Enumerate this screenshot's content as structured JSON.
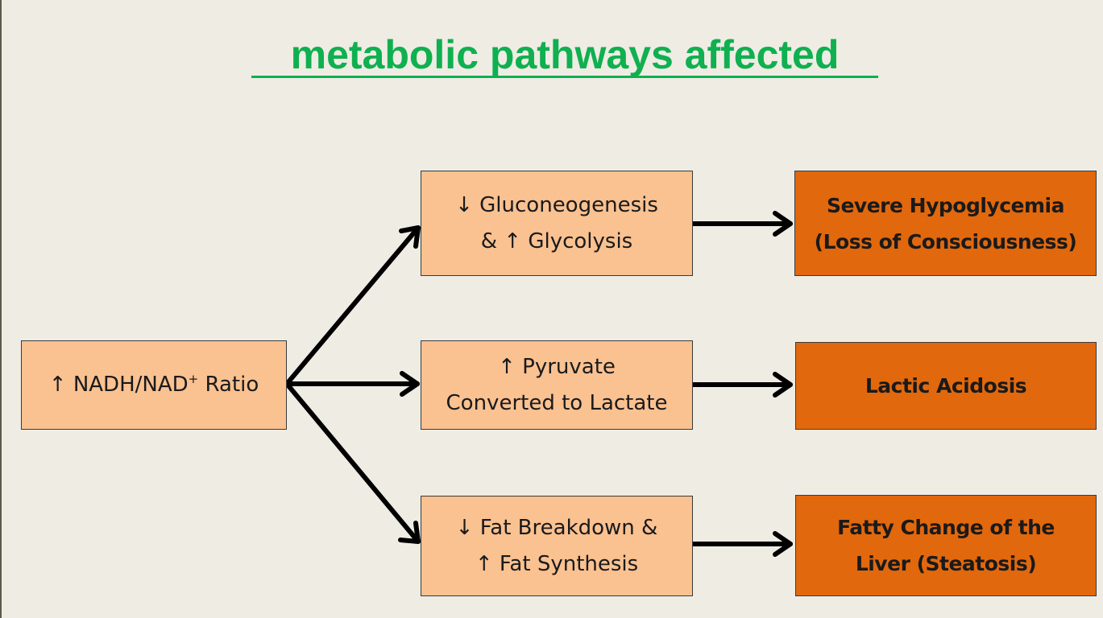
{
  "title": "metabolic pathways affected",
  "colors": {
    "title": "#0fb04f",
    "background": "#efece4",
    "intermediate_box": "#fac191",
    "outcome_box": "#e2680d",
    "arrow": "#000000"
  },
  "source": {
    "arrow_icon": "up-arrow",
    "arrow_glyph": "↑",
    "text_main": "NADH/NAD",
    "text_sup": "+",
    "text_tail": "Ratio"
  },
  "pathways": [
    {
      "effect_lines": [
        "↓ Gluconeogenesis",
        "& ↑ Glycolysis"
      ],
      "outcome_lines": [
        "Severe Hypoglycemia",
        "(Loss of Consciousness)"
      ]
    },
    {
      "effect_lines": [
        "↑ Pyruvate",
        "Converted to Lactate"
      ],
      "outcome_lines": [
        "Lactic Acidosis"
      ]
    },
    {
      "effect_lines": [
        "↓ Fat Breakdown &",
        "↑ Fat Synthesis"
      ],
      "outcome_lines": [
        "Fatty Change of the",
        "Liver (Steatosis)"
      ]
    }
  ]
}
